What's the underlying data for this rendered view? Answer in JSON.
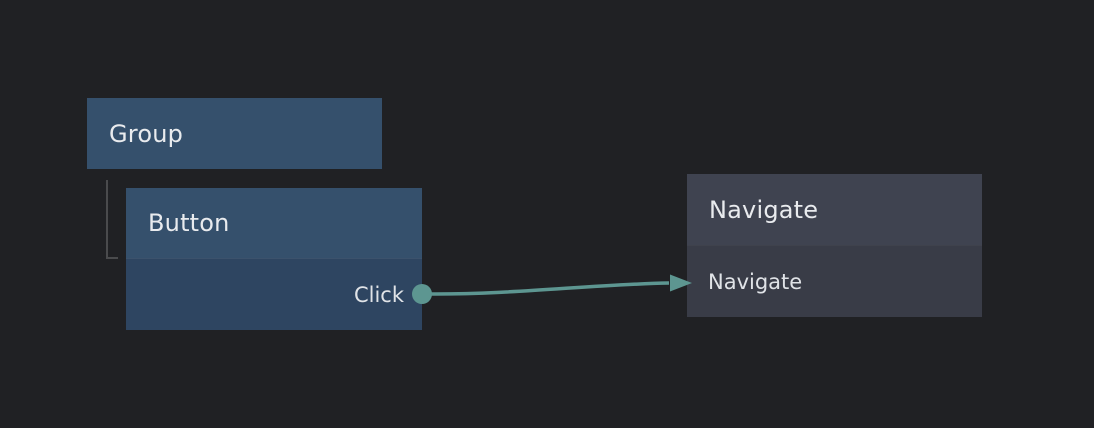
{
  "canvas": {
    "type": "node-editor-canvas"
  },
  "nodes": {
    "group": {
      "title": "Group"
    },
    "button": {
      "title": "Button",
      "port_label": "Click"
    },
    "navigate": {
      "title": "Navigate",
      "action_label": "Navigate"
    }
  },
  "connection": {
    "from_port": "Click",
    "to_node": "Navigate"
  },
  "colors": {
    "background": "#202124",
    "element_node_header": "#35506c",
    "element_node_body": "#2e4561",
    "action_node_header": "#3f4350",
    "action_node_body": "#393c47",
    "accent_teal": "#5d9691",
    "tree_connector": "#4a4b4d",
    "text_primary": "#e9ebee"
  }
}
